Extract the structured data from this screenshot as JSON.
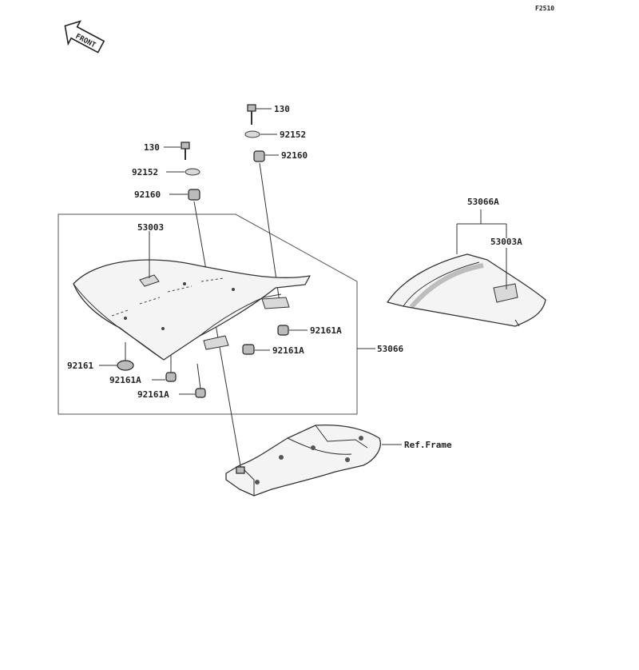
{
  "figure_code": "F2510",
  "front_label": "FRONT",
  "labels": {
    "bolt_right": "130",
    "washer_right": "92152",
    "damper_right": "92160",
    "bolt_left": "130",
    "washer_left": "92152",
    "damper_left": "92160",
    "seat_pad": "53003",
    "damper_seat_right": "92161A",
    "damper_seat_mid": "92161A",
    "damper_seat_front": "92161",
    "damper_seat_front_a": "92161A",
    "damper_seat_bottom_a": "92161A",
    "seat_assy": "53066",
    "cover_assy": "53066A",
    "cover_pad": "53003A",
    "frame_ref": "Ref.Frame"
  }
}
